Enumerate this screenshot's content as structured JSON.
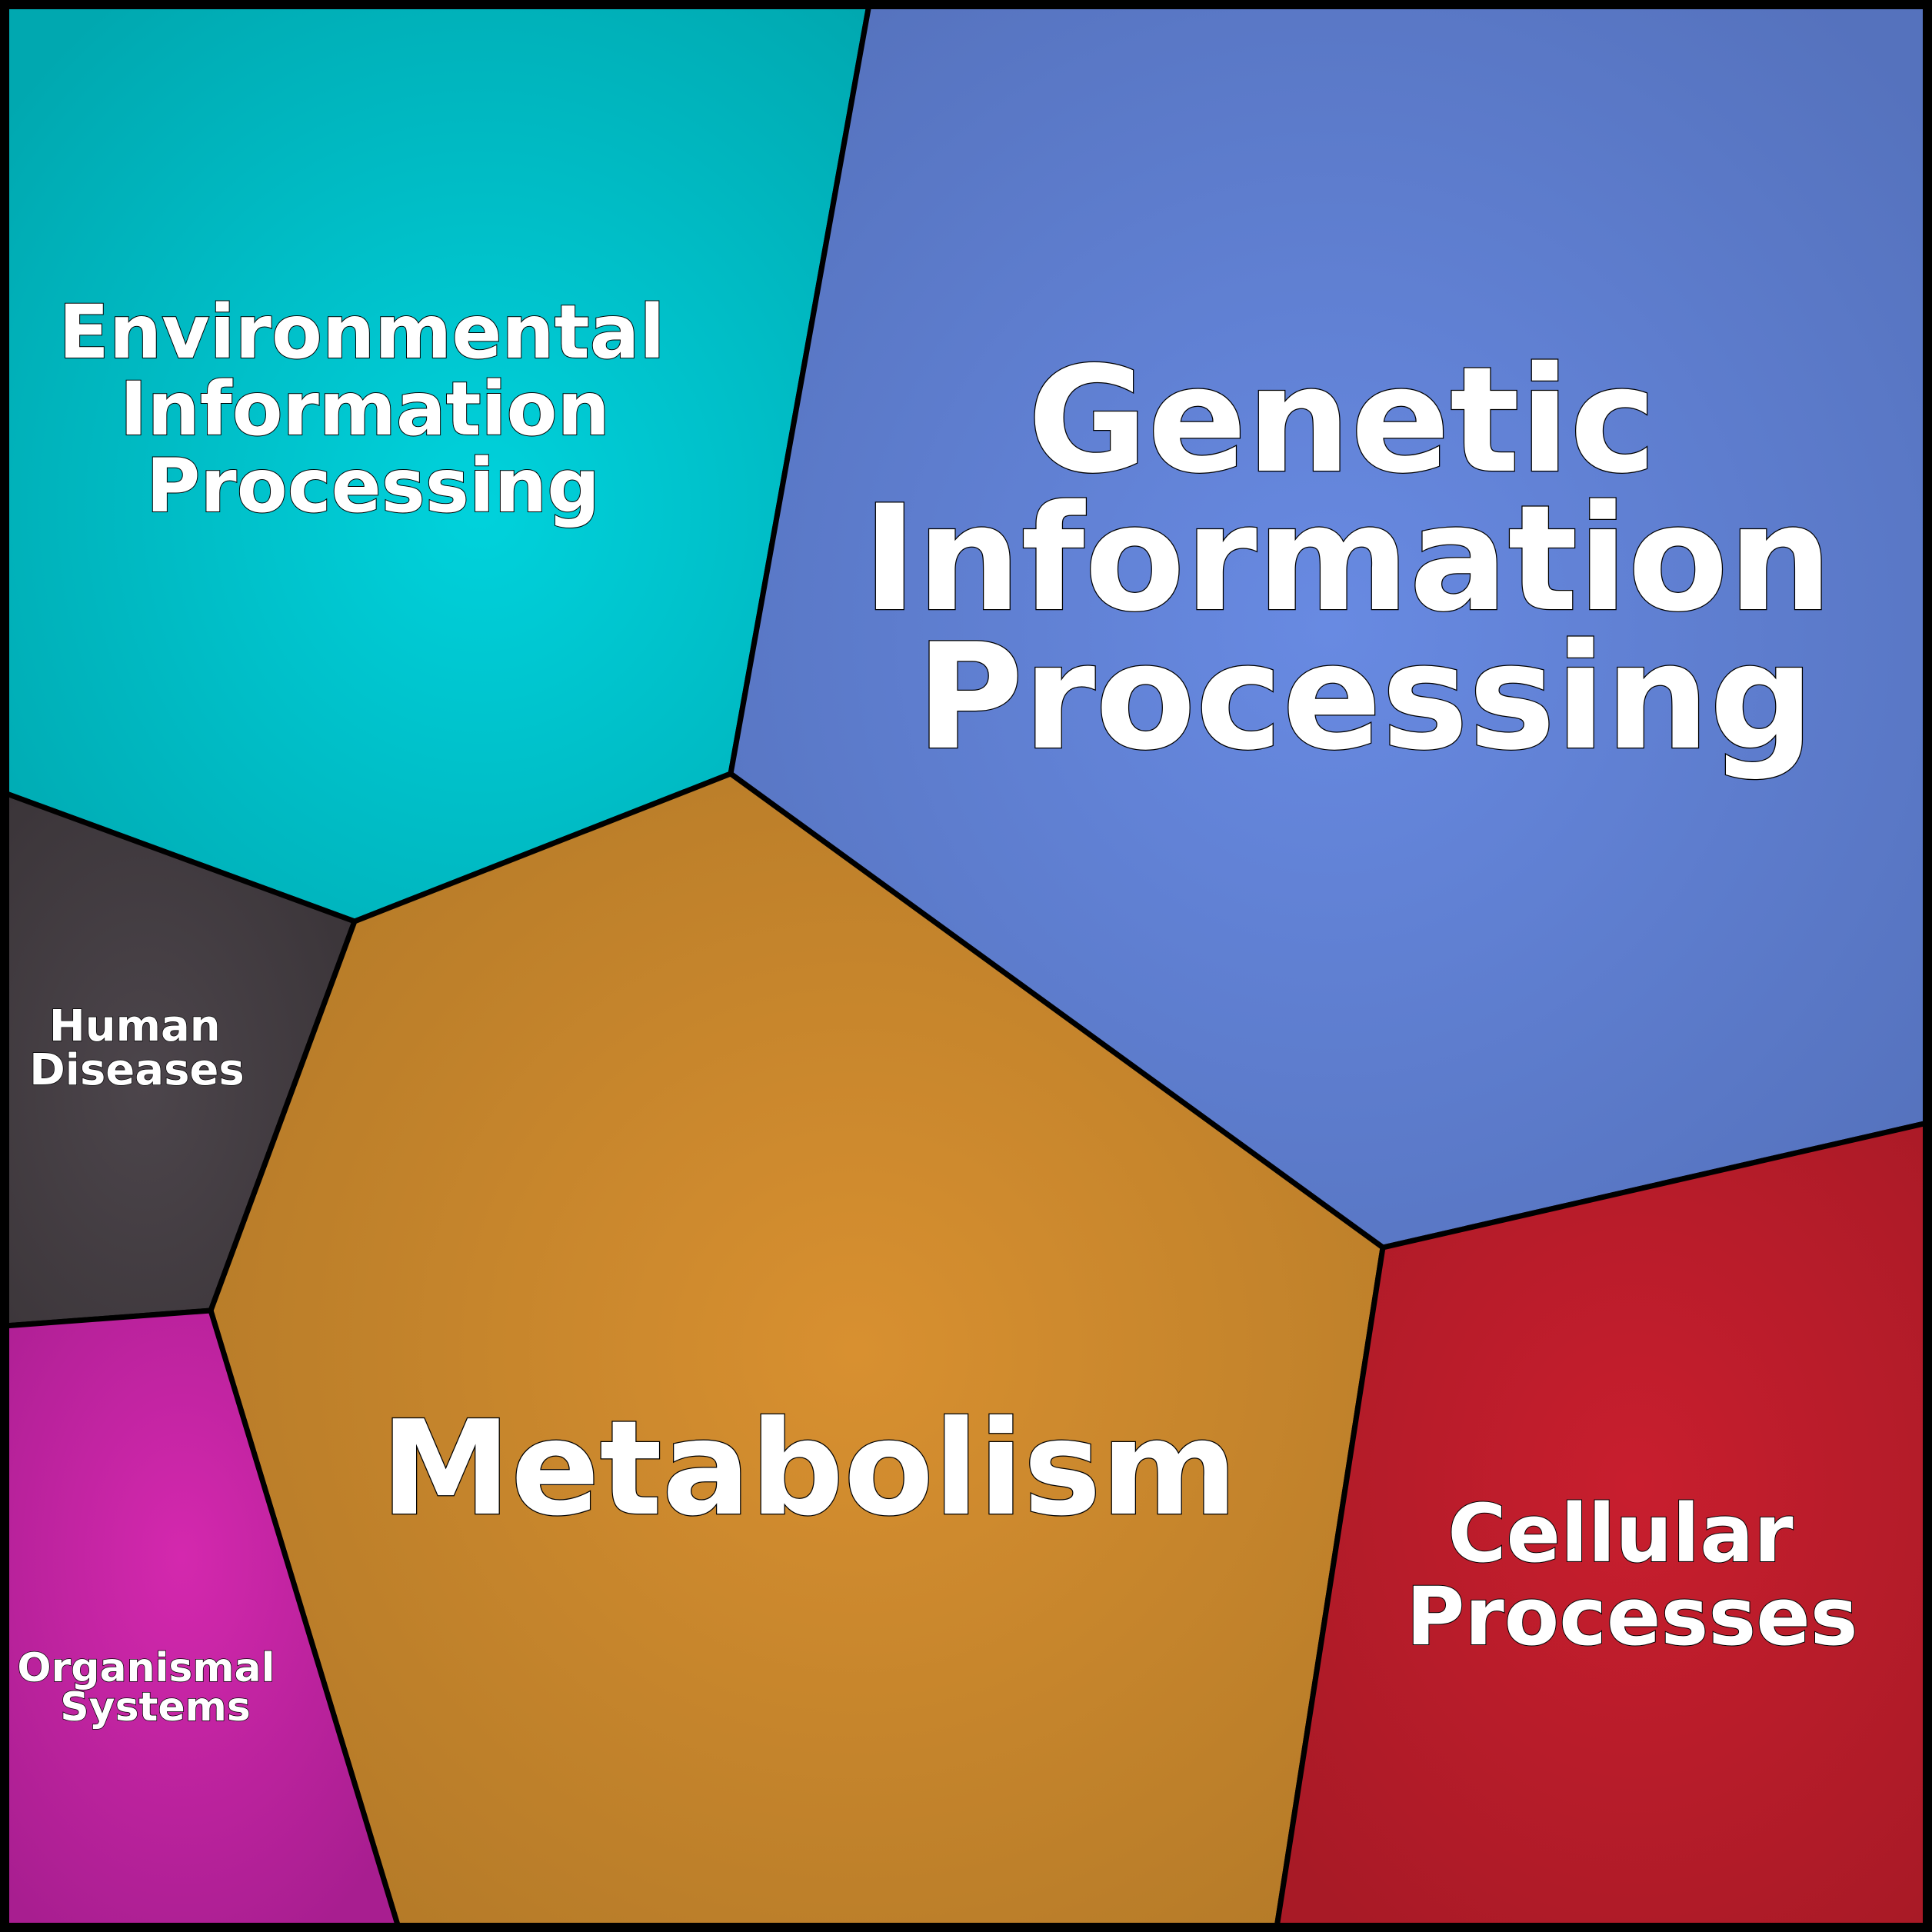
{
  "cells": {
    "environmental": {
      "line1": "Environmental",
      "line2": "Information",
      "line3": "Processing",
      "color": "#00c8d2"
    },
    "genetic": {
      "line1": "Genetic",
      "line2": "Information",
      "line3": "Processing",
      "color": "#6388dc"
    },
    "metabolism": {
      "line1": "Metabolism",
      "color": "#d4902e"
    },
    "cellular": {
      "line1": "Cellular",
      "line2": "Processes",
      "color": "#c61f2e"
    },
    "human_diseases": {
      "line1": "Human",
      "line2": "Diseases",
      "color": "#4a4248"
    },
    "organismal": {
      "line1": "Organismal",
      "line2": "Systems",
      "color": "#d026aa"
    }
  }
}
